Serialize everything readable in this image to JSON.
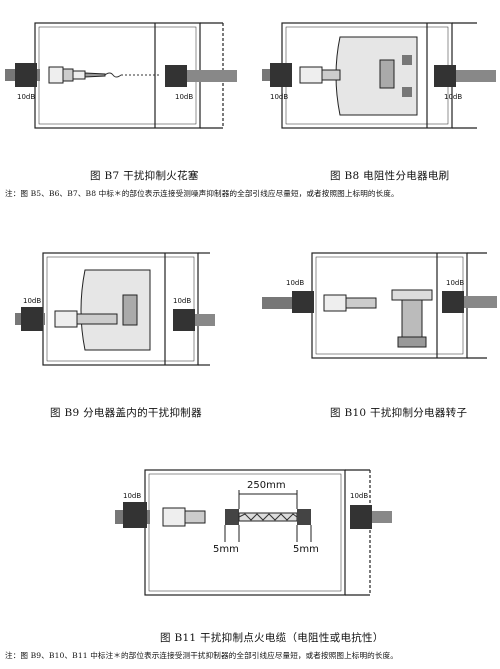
{
  "figures": {
    "b7": {
      "caption": "图 B7   干扰抑制火花塞",
      "label": "10dB"
    },
    "b8": {
      "caption": "图 B8   电阻性分电器电刷",
      "label": "10dB"
    },
    "b9": {
      "caption": "图 B9   分电器盖内的干扰抑制器",
      "label": "10dB"
    },
    "b10": {
      "caption": "图 B10   干扰抑制分电器转子",
      "label": "10dB"
    },
    "b11": {
      "caption": "图 B11   干扰抑制点火电缆（电阻性或电抗性）",
      "label": "10dB",
      "dim_long": "250mm",
      "dim_short_left": "5mm",
      "dim_short_right": "5mm"
    }
  },
  "notes": {
    "note1": "注：图 B5、B6、B7、B8 中标＊的部位表示连接受测噪声抑制器的全部引线应尽量短，或者按照图上标明的长度。",
    "note2": "注：图 B9、B10、B11 中标注＊的部位表示连接受测干扰抑制器的全部引线应尽量短，或者按照图上标明的长度。"
  }
}
